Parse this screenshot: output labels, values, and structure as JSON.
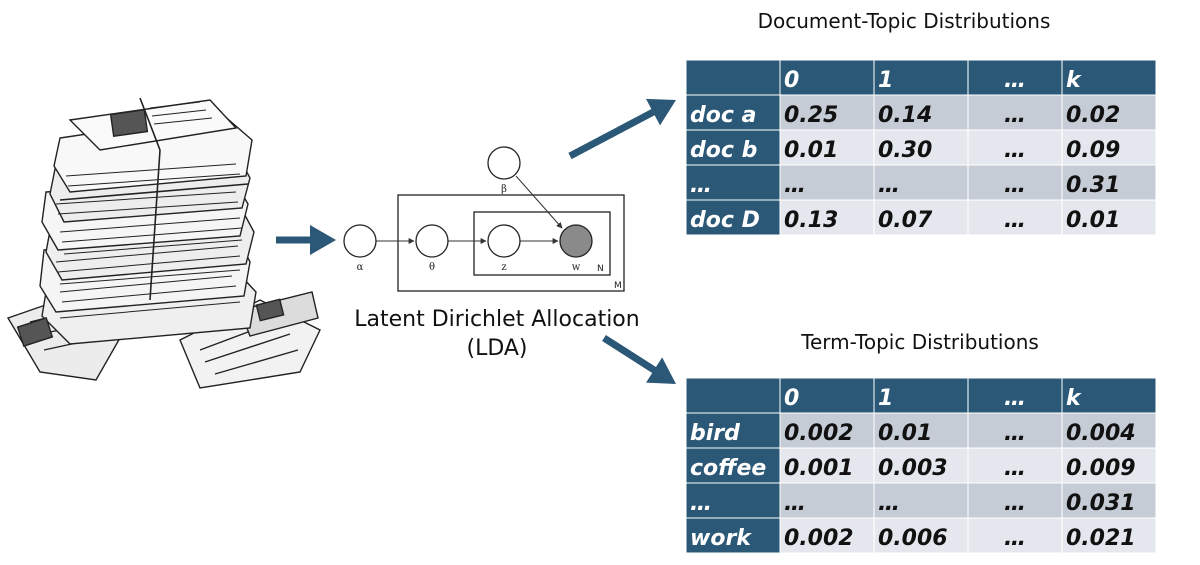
{
  "colors": {
    "header": "#2b5877",
    "row_dark": "#c5ccd6",
    "row_light": "#e4e8ee",
    "arrow": "#2b5877",
    "observed_node": "#8a8a8a"
  },
  "illustration": {
    "name": "newspaper-stack-icon"
  },
  "lda": {
    "caption_line1": "Latent Dirichlet Allocation",
    "caption_line2": "(LDA)",
    "nodes": {
      "alpha": "α",
      "theta": "θ",
      "z": "z",
      "w": "w",
      "beta": "β"
    },
    "plates": {
      "inner": "N",
      "outer": "M"
    }
  },
  "doc_topic": {
    "title": "Document-Topic Distributions",
    "columns": [
      "",
      "0",
      "1",
      "…",
      "k"
    ],
    "rows": [
      [
        "doc a",
        "0.25",
        "0.14",
        "…",
        "0.02"
      ],
      [
        "doc b",
        "0.01",
        "0.30",
        "…",
        "0.09"
      ],
      [
        "…",
        "…",
        "…",
        "…",
        "0.31"
      ],
      [
        "doc D",
        "0.13",
        "0.07",
        "…",
        "0.01"
      ]
    ]
  },
  "term_topic": {
    "title": "Term-Topic Distributions",
    "columns": [
      "",
      "0",
      "1",
      "…",
      "k"
    ],
    "rows": [
      [
        "bird",
        "0.002",
        "0.01",
        "…",
        "0.004"
      ],
      [
        "coffee",
        "0.001",
        "0.003",
        "…",
        "0.009"
      ],
      [
        "…",
        "…",
        "…",
        "…",
        "0.031"
      ],
      [
        "work",
        "0.002",
        "0.006",
        "…",
        "0.021"
      ]
    ]
  }
}
